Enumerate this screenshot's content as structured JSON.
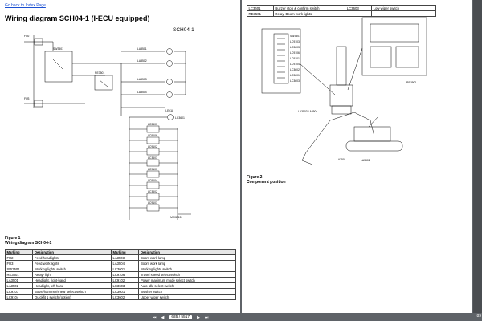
{
  "left_page": {
    "link": "Go back to Index Page",
    "title": "Wiring diagram SCH04-1 (I-ECU equipped)",
    "sch_label": "SCH04-1",
    "figure_number": "Figure 1",
    "figure_caption": "Wiring diagram SCH04-1",
    "schematic_labels": [
      "FU2",
      "FU3",
      "SW3501",
      "RE3501",
      "LA3501",
      "LA3502",
      "LC9101",
      "LC9104",
      "LC9102",
      "LC9106",
      "LC3601",
      "LC3602",
      "LC3603",
      "LC9103",
      "LA3503",
      "LA3504",
      "LA3505",
      "LA3506",
      "I-ECU",
      "LC3601",
      "MS02.15"
    ],
    "table_headers": [
      "Marking",
      "Designation",
      "Marking",
      "Designation"
    ],
    "table_rows": [
      [
        "FU2",
        "Feed headlights",
        "LA3503",
        "Boom work lamp"
      ],
      [
        "FU3",
        "Feed work lights",
        "LA3504",
        "Boom work lamp"
      ],
      [
        "SW3501",
        "Working lights switch",
        "LC3601",
        "Working lights switch"
      ],
      [
        "RE3501",
        "Relay- light",
        "LC9106",
        "Travel speed select switch"
      ],
      [
        "LA3501",
        "Headlight, right-hand",
        "LC9102",
        "Power maximum mode select switch"
      ],
      [
        "LA3502",
        "Headlight, left-hand",
        "LC3603",
        "Auto idle select switch"
      ],
      [
        "LC9101",
        "Boost/hammer/shear select switch",
        "LC3601",
        "Washer switch"
      ],
      [
        "LC9104",
        "Quickfit 1 switch (option)",
        "LC3602",
        "Upper wiper switch"
      ]
    ]
  },
  "right_page": {
    "top_rows": [
      [
        "LC3601",
        "Buzzer stop & confirm switch",
        "LC3603",
        "Low wiper switch"
      ],
      [
        "RE3501",
        "Relay, Boom work lights",
        "",
        ""
      ]
    ],
    "figure_number": "Figure 2",
    "figure_caption": "Component position",
    "callouts": [
      "SW3501",
      "LC9103",
      "LC3603",
      "LC9106",
      "LC9101",
      "LC9104",
      "LC3602",
      "LC3601",
      "LC3603",
      "RE3501",
      "LA3503,LA3504",
      "LA3501",
      "LA3502"
    ]
  },
  "viewer": {
    "page_current": "635",
    "page_total": "5517",
    "page_display": "635 / 5517",
    "edge_number": "89"
  }
}
